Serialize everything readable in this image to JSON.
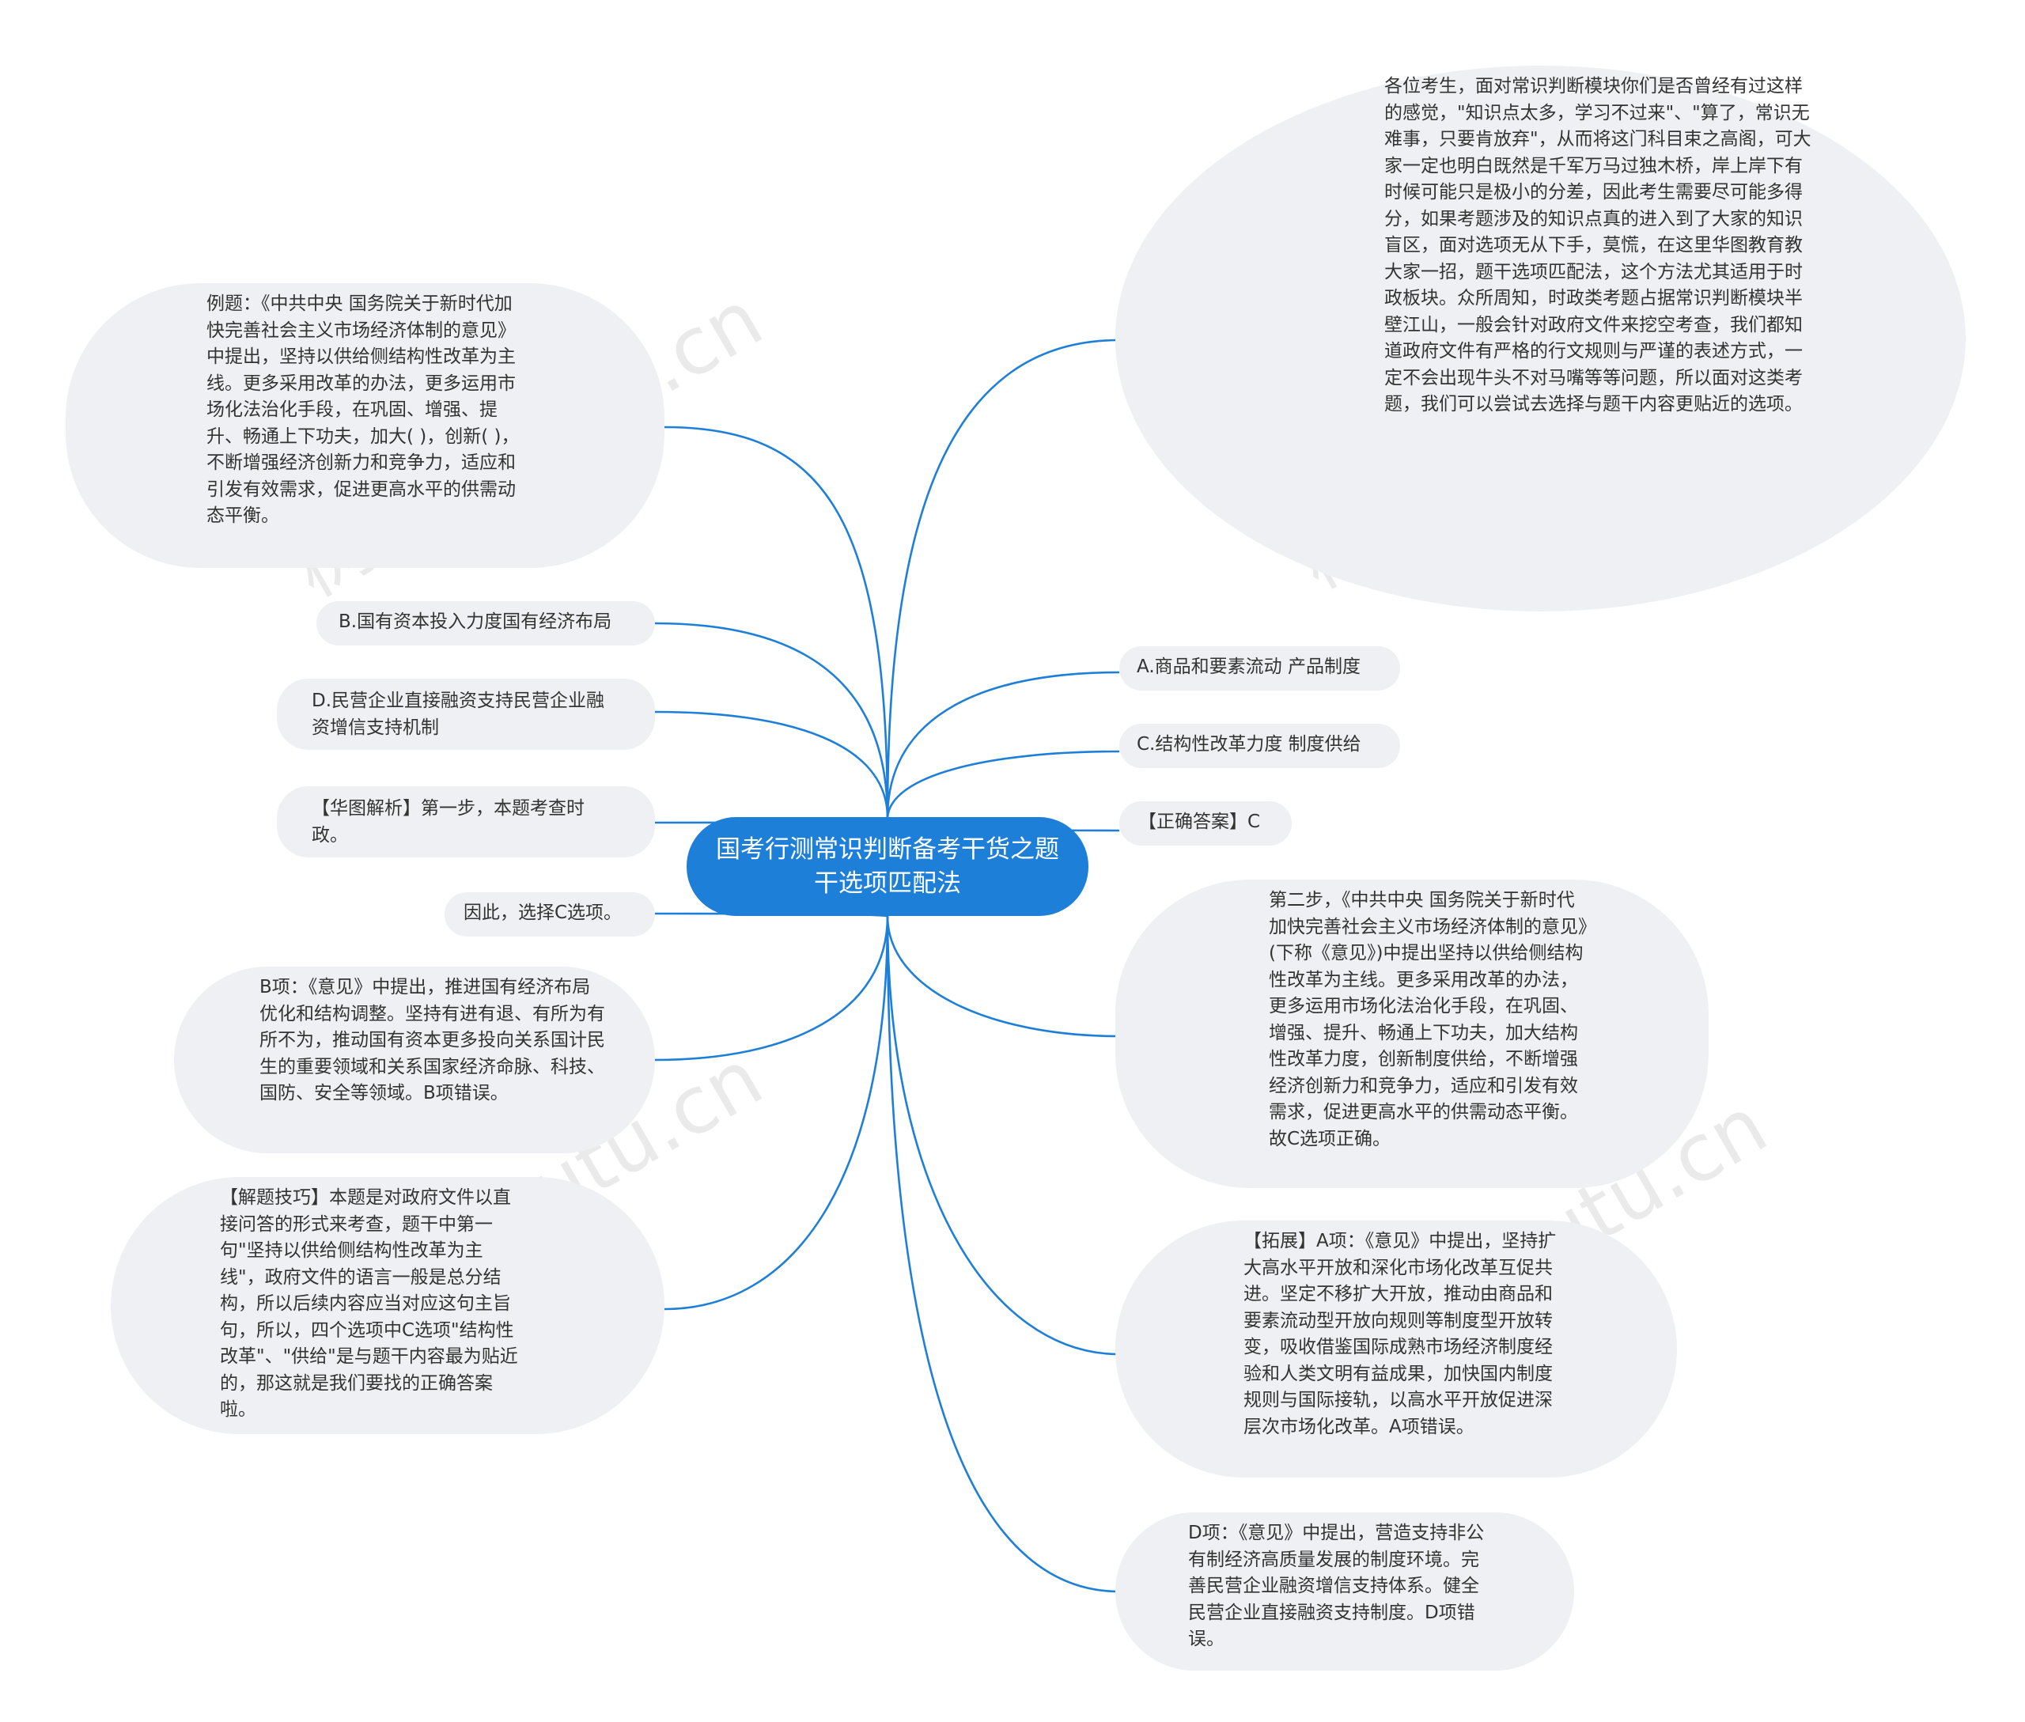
{
  "root": {
    "label": "国考行测常识判断备考干货之题干选项匹配法"
  },
  "colors": {
    "root": "#1e7fd9",
    "edge": "#1e7fd9",
    "node_bg": "#eef0f3",
    "text": "#333333"
  },
  "left_nodes": [
    {
      "text": "例题：《中共中央 国务院关于新时代加快完善社会主义市场经济体制的意见》中提出，坚持以供给侧结构性改革为主线。更多采用改革的办法，更多运用市场化法治化手段，在巩固、增强、提升、畅通上下功夫，加大( )，创新( )，不断增强经济创新力和竞争力，适应和引发有效需求，促进更高水平的供需动态平衡。"
    },
    {
      "text": "B.国有资本投入力度国有经济布局"
    },
    {
      "text": "D.民营企业直接融资支持民营企业融资增信支持机制"
    },
    {
      "text": "【华图解析】第一步，本题考查时政。"
    },
    {
      "text": "因此，选择C选项。"
    },
    {
      "text": "B项：《意见》中提出，推进国有经济布局优化和结构调整。坚持有进有退、有所为有所不为，推动国有资本更多投向关系国计民生的重要领域和关系国家经济命脉、科技、国防、安全等领域。B项错误。"
    },
    {
      "text": "【解题技巧】本题是对政府文件以直接问答的形式来考查，题干中第一句\"坚持以供给侧结构性改革为主线\"，政府文件的语言一般是总分结构，所以后续内容应当对应这句主旨句，所以，四个选项中C选项\"结构性改革\"、\"供给\"是与题干内容最为贴近的，那这就是我们要找的正确答案啦。"
    }
  ],
  "right_nodes": [
    {
      "text": "各位考生，面对常识判断模块你们是否曾经有过这样的感觉，\"知识点太多，学习不过来\"、\"算了，常识无难事，只要肯放弃\"，从而将这门科目束之高阁，可大家一定也明白既然是千军万马过独木桥，岸上岸下有时候可能只是极小的分差，因此考生需要尽可能多得分，如果考题涉及的知识点真的进入到了大家的知识盲区，面对选项无从下手，莫慌，在这里华图教育教大家一招，题干选项匹配法，这个方法尤其适用于时政板块。众所周知，时政类考题占据常识判断模块半壁江山，一般会针对政府文件来挖空考查，我们都知道政府文件有严格的行文规则与严谨的表述方式，一定不会出现牛头不对马嘴等等问题，所以面对这类考题，我们可以尝试去选择与题干内容更贴近的选项。"
    },
    {
      "text": "A.商品和要素流动 产品制度"
    },
    {
      "text": "C.结构性改革力度 制度供给"
    },
    {
      "text": "【正确答案】C"
    },
    {
      "text": "第二步，《中共中央 国务院关于新时代加快完善社会主义市场经济体制的意见》(下称《意见》)中提出坚持以供给侧结构性改革为主线。更多采用改革的办法，更多运用市场化法治化手段，在巩固、增强、提升、畅通上下功夫，加大结构性改革力度，创新制度供给，不断增强经济创新力和竞争力，适应和引发有效需求，促进更高水平的供需动态平衡。故C选项正确。"
    },
    {
      "text": "【拓展】A项：《意见》中提出，坚持扩大高水平开放和深化市场化改革互促共进。坚定不移扩大开放，推动由商品和要素流动型开放向规则等制度型开放转变，吸收借鉴国际成熟市场经济制度经验和人类文明有益成果，加快国内制度规则与国际接轨，以高水平开放促进深层次市场化改革。A项错误。"
    },
    {
      "text": "D项：《意见》中提出，营造支持非公有制经济高质量发展的制度环境。完善民营企业融资增信支持体系。健全民营企业直接融资支持制度。D项错误。"
    }
  ],
  "watermark": "树图 shutu.cn"
}
